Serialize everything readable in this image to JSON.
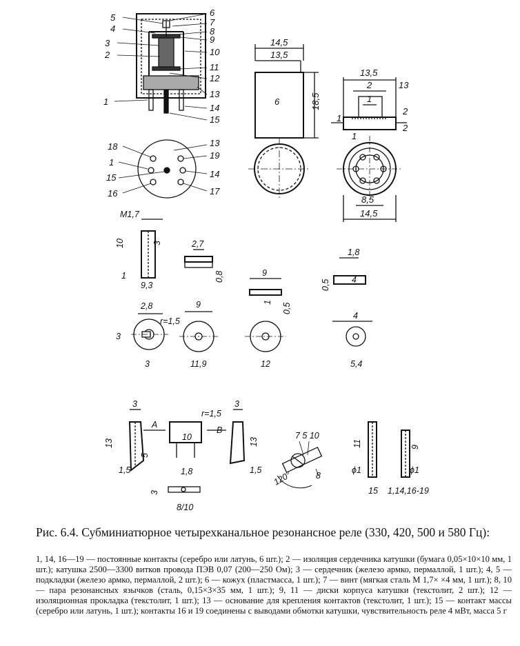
{
  "caption": {
    "title": "Рис. 6.4. Субминиатюрное четырехканальное резонансное реле (330, 420, 500 и 580 Гц):"
  },
  "legend": {
    "text": "1, 14, 16—19 — постоянные контакты (серебро или латунь, 6 шт.); 2 — изоляция сердечника катушки (бумага 0,05×10×10 мм, 1 шт.); катушка 2500—3300 витков провода ПЭВ 0,07 (200—250 Ом); 3 — сердечник (железо армко, пермаллой, 1 шт.); 4, 5 — подкладки (железо армко, пермаллой, 2 шт.); 6 — кожух (пластмасса, 1 шт.); 7 — винт (мягкая сталь М 1,7× ×4 мм, 1 шт.); 8, 10 — пара резонансных язычков (сталь, 0,15×3×35 мм, 1 шт.); 9, 11 — диски корпуса катушки (текстолит, 2 шт.); 12 — изоляционная прокладка (текстолит, 1 шт.); 13 — основание для крепления контактов (текстолит, 1 шт.); 15 — контакт массы (серебро или латунь, 1 шт.); контакты 16 и 19 соединены с выводами обмотки катушки, чувствительность реле 4 мВт, масса 5 г"
  },
  "section_callouts": [
    "5",
    "4",
    "3",
    "2",
    "1",
    "6",
    "7",
    "8",
    "9",
    "10",
    "11",
    "12",
    "13",
    "14",
    "15"
  ],
  "base_callouts": [
    "18",
    "1",
    "15",
    "16",
    "13",
    "19",
    "14",
    "17"
  ],
  "dimensions": {
    "d14_5": "14,5",
    "d13_5": "13,5",
    "d18_5": "18,5",
    "part6": "6",
    "d2": "2",
    "d1": "1",
    "d8_5": "8,5",
    "part13": "13",
    "m1_7": "M1,7",
    "d10": "10",
    "d3": "3",
    "d9_3": "9,3",
    "d2_7": "2,7",
    "d0_8": "0,8",
    "d9": "9",
    "d0_5": "0,5",
    "d1_8": "1,8",
    "d4": "4",
    "d0_5b": "0,5",
    "d2_8": "2,8",
    "r1_5": "r=1,5",
    "d12": "12",
    "d13": "13",
    "d5": "5",
    "d1_5": "1,5",
    "lblA": "A",
    "lblB": "B",
    "d11": "11",
    "phi1": "ϕ1",
    "d120": "120°"
  },
  "part_labels": {
    "p3": "3",
    "p11_9": "11,9",
    "p12": "12",
    "p5_4": "5,4",
    "p8_10": "8/10",
    "p8": "8",
    "p15": "15",
    "p_contacts": "1,14,16-19",
    "p7_5_10": "7 5 10"
  }
}
